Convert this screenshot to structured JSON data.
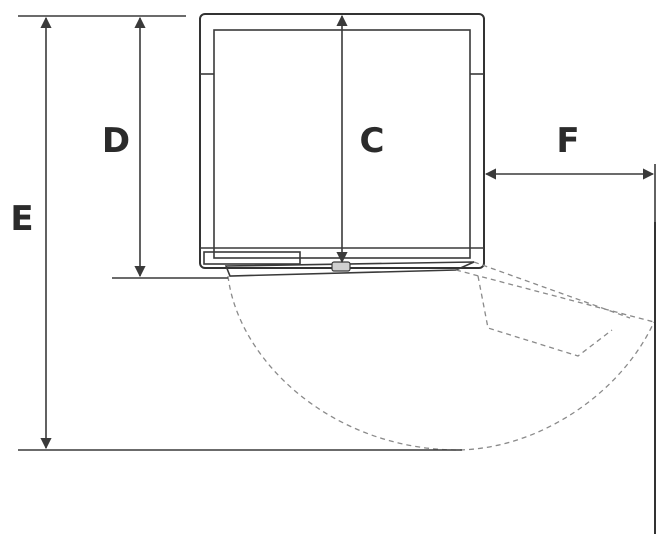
{
  "labels": {
    "c": "C",
    "d": "D",
    "e": "E",
    "f": "F"
  },
  "colors": {
    "line": "#3a3a3a",
    "dashed": "#8a8a8a",
    "text": "#2b2b2b"
  }
}
